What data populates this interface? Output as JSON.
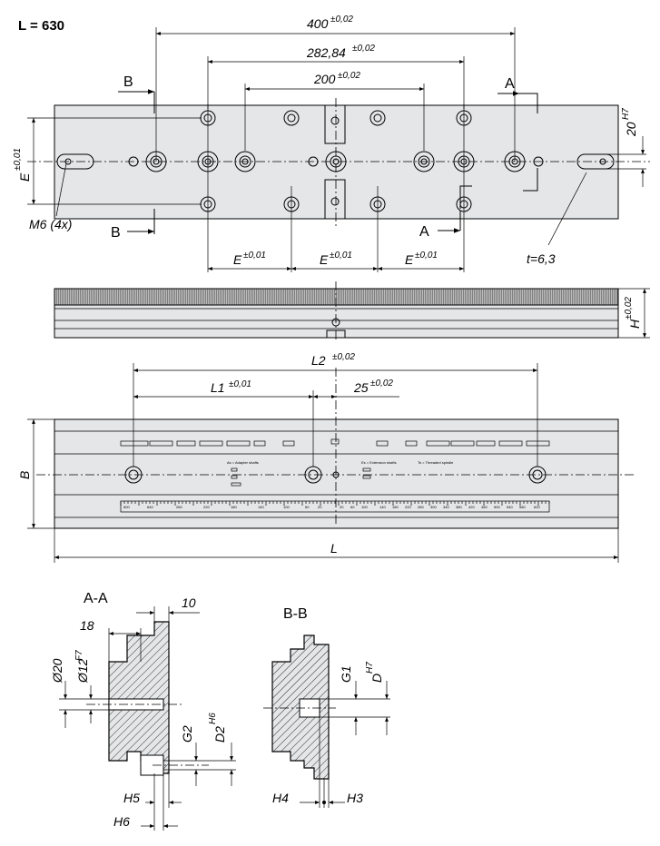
{
  "header": {
    "title": "L = 630"
  },
  "top_view": {
    "dims": {
      "d400": "400",
      "d400_tol": "±0,02",
      "d282": "282,84",
      "d282_tol": "±0,02",
      "d200": "200",
      "d200_tol": "±0,02",
      "d20": "20",
      "d20_tol": "H7",
      "e_left": "E",
      "e_left_tol": "±0,01",
      "e1": "E",
      "e1_tol": "±0,01",
      "e2": "E",
      "e2_tol": "±0,01",
      "e3": "E",
      "e3_tol": "±0,01"
    },
    "section_markers": {
      "a_top": "A",
      "a_bottom": "A",
      "b_top": "B",
      "b_bottom": "B"
    },
    "callouts": {
      "m6": "M6 (4x)",
      "t": "t=6,3"
    }
  },
  "side_view": {
    "dims": {
      "h": "H",
      "h_tol": "±0,02"
    }
  },
  "front_view": {
    "dims": {
      "l2": "L2",
      "l2_tol": "±0,02",
      "l1": "L1",
      "l1_tol": "±0,01",
      "d25": "25",
      "d25_tol": "±0,02",
      "b": "B",
      "l": "L"
    },
    "legend": {
      "adapter": "As = Adapter shafts",
      "extension": "Es = Extension shafts",
      "threaded": "Ts = Threaded spindle"
    },
    "scale_left": [
      "600",
      "640",
      "260",
      "220",
      "180",
      "140",
      "100",
      "60",
      "20",
      "20",
      "60",
      "100"
    ],
    "scale_right": [
      "140",
      "180",
      "220",
      "260",
      "300",
      "340",
      "380",
      "420",
      "460",
      "500",
      "540",
      "580",
      "620"
    ]
  },
  "section_aa": {
    "title": "A-A",
    "dims": {
      "d10": "10",
      "d18": "18",
      "d20": "Ø20",
      "d12": "Ø12",
      "d12_tol": "F7",
      "g2": "G2",
      "d2": "D2",
      "d2_tol": "H6",
      "h5": "H5",
      "h6": "H6"
    }
  },
  "section_bb": {
    "title": "B-B",
    "dims": {
      "g1": "G1",
      "d": "D",
      "d_tol": "H7",
      "h4": "H4",
      "h3": "H3"
    }
  },
  "colors": {
    "plate": "#e4e6e8",
    "knurl": "#555555",
    "line": "#000000"
  }
}
